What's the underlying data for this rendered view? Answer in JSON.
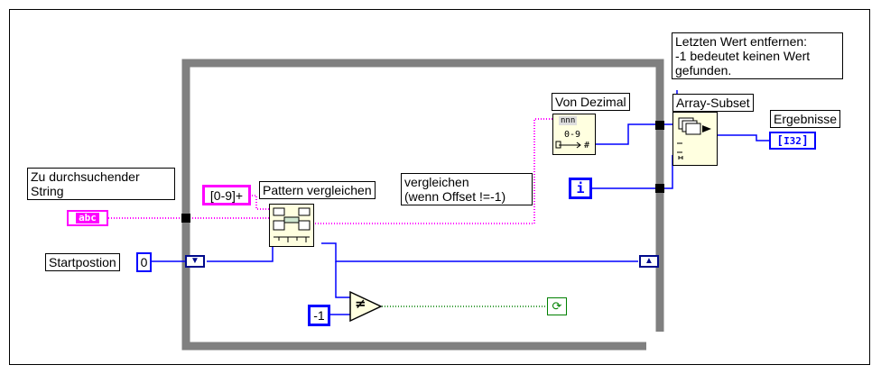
{
  "string_comment": "Zu durchsuchender\nString",
  "string_control": "abc",
  "regex_constant": "[0-9]+",
  "match_pattern_label": "Pattern vergleichen",
  "compare_comment": "vergleichen\n(wenn Offset !=-1)",
  "start_label": "Startpostion",
  "start_value": "0",
  "decimal_label": "Von Dezimal",
  "decimal_icon_top": "nnn",
  "decimal_icon_mid": "0-9",
  "decimal_icon_bot": "#",
  "array_subset_label": "Array-Subset",
  "remove_comment": "Letzten Wert entfernen:\n-1 bedeutet keinen Wert\ngefunden.",
  "results_label": "Ergebnisse",
  "results_indicator": "I32",
  "iteration_terminal": "i",
  "neg_one_constant": "-1",
  "not_equal_symbol": "≠",
  "loop_condition_symbol": "⟳",
  "colors": {
    "string_wire": "#ff00ff",
    "numeric_wire": "#0000ff",
    "boolean_wire": "#008000",
    "loop_frame": "#808080",
    "node_fill": "#ffffe0"
  }
}
